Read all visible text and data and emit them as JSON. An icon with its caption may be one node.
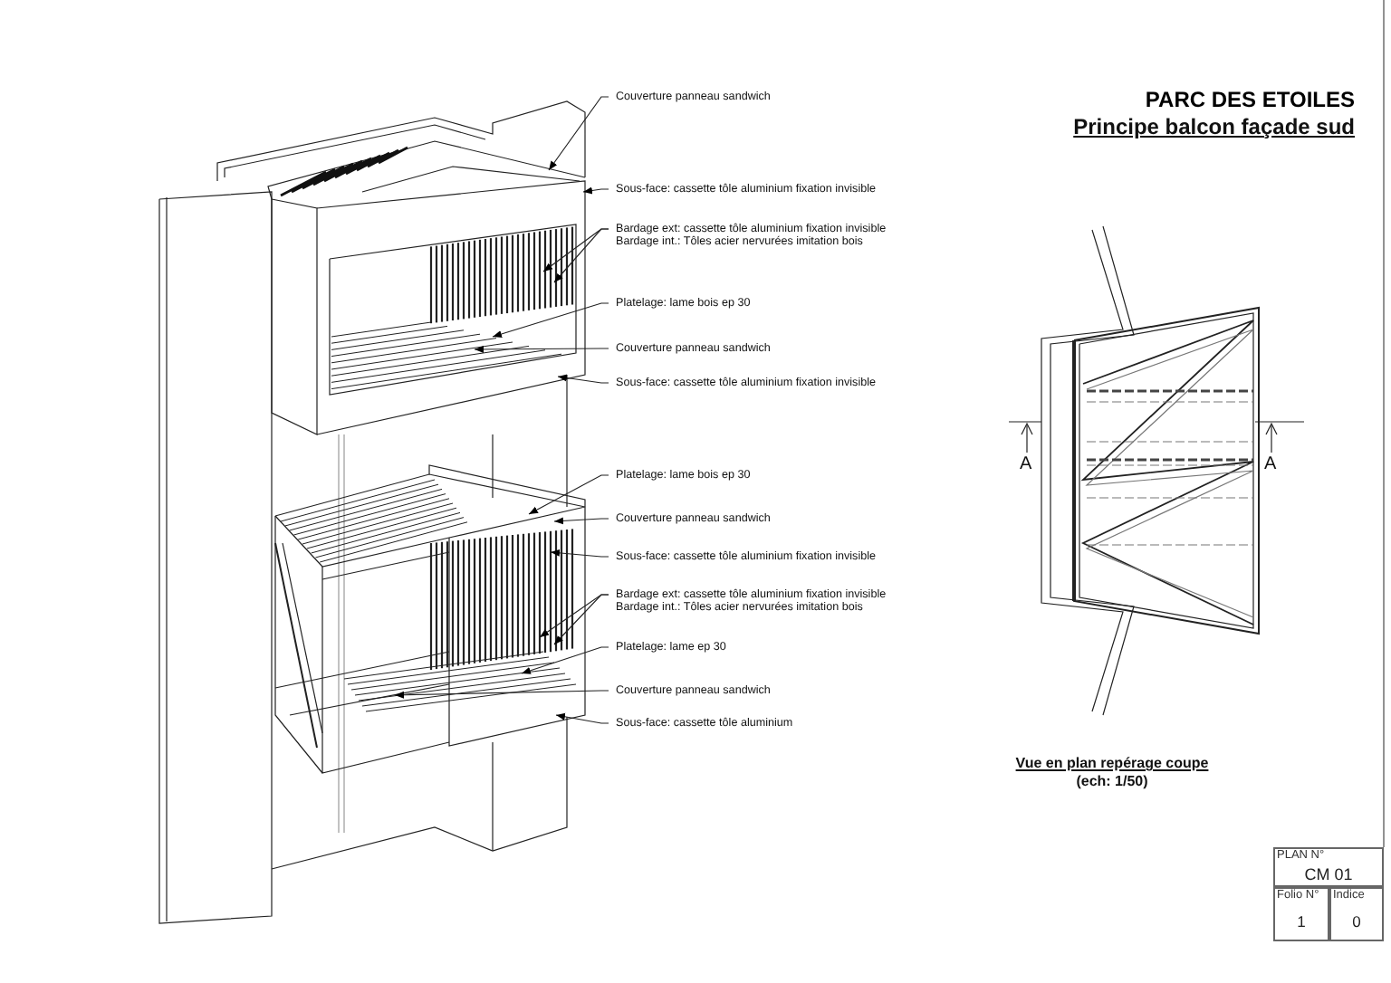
{
  "diagram": {
    "title": "PARC DES ETOILES",
    "nodes": [
      {
        "text": [
          "Couverture panneau sandwich"
        ]
      },
      {
        "text": [
          "Sous-face: cassette tôle aluminium fixation invisible"
        ]
      },
      {
        "text": [
          "Bardage ext: cassette tôle aluminium fixation invisible",
          "Bardage int.: Tôles acier nervurées imitation bois"
        ]
      },
      {
        "text": [
          "Platelage: lame bois ep 30"
        ]
      },
      {
        "text": [
          "Couverture panneau sandwich"
        ]
      },
      {
        "text": [
          "Sous-face: cassette tôle aluminium fixation invisible"
        ]
      },
      {
        "text": [
          "Platelage: lame bois ep 30"
        ]
      },
      {
        "text": [
          "Couverture panneau sandwich"
        ]
      },
      {
        "text": [
          "Sous-face: cassette tôle aluminium fixation invisible"
        ]
      },
      {
        "text": [
          "Bardage ext: cassette tôle aluminium fixation invisible",
          "Bardage int.: Tôles acier nervurées imitation bois"
        ]
      },
      {
        "text": [
          "Platelage: lame ep 30"
        ]
      },
      {
        "text": [
          "Couverture panneau sandwich"
        ]
      },
      {
        "text": [
          "Sous-face: cassette tôle aluminium"
        ]
      }
    ],
    "edges": [
      {
        "from": 0,
        "to": null,
        "arrow": "to"
      },
      {
        "from": 1,
        "to": null,
        "arrow": "to"
      },
      {
        "from": 2,
        "to": null,
        "arrow": "to"
      },
      {
        "from": 2,
        "to": null,
        "arrow": "to"
      },
      {
        "from": 3,
        "to": null,
        "arrow": "to"
      },
      {
        "from": 4,
        "to": null,
        "arrow": "to"
      },
      {
        "from": 5,
        "to": null,
        "arrow": "to"
      },
      {
        "from": 6,
        "to": null,
        "arrow": "to"
      },
      {
        "from": 7,
        "to": null,
        "arrow": "to"
      },
      {
        "from": 8,
        "to": null,
        "arrow": "to"
      },
      {
        "from": 9,
        "to": null,
        "arrow": "to"
      },
      {
        "from": 9,
        "to": null,
        "arrow": "to"
      },
      {
        "from": 10,
        "to": null,
        "arrow": "to"
      },
      {
        "from": 11,
        "to": null,
        "arrow": "to"
      },
      {
        "from": 12,
        "to": null,
        "arrow": "to"
      }
    ],
    "labels": [
      "Principe balcon façade sud",
      "A",
      "A",
      "Vue en plan repérage coupe",
      "(ech: 1/50)",
      "PLAN N°",
      "CM 01",
      "Folio N°",
      "Indice",
      "1",
      "0"
    ]
  }
}
